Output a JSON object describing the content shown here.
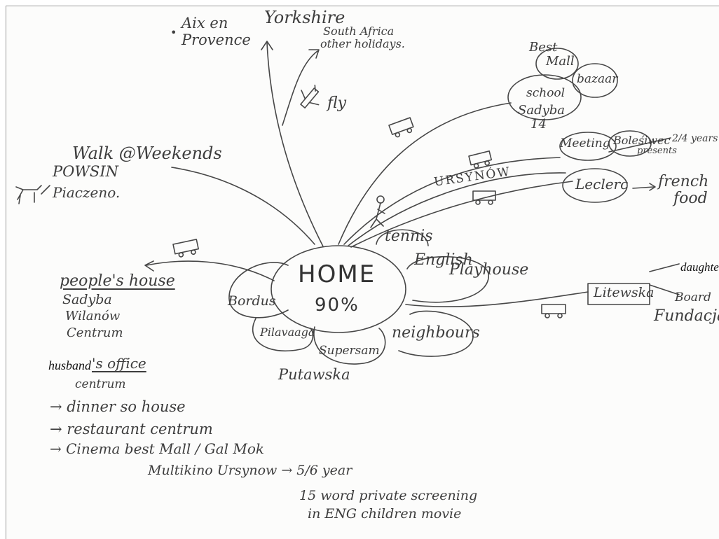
{
  "center": {
    "title": "HOME",
    "percent": "90%"
  },
  "petals": {
    "tennis": "tennis",
    "english_playhouse_1": "English",
    "english_playhouse_2": "Playhouse",
    "neighbours": "neighbours",
    "supersam": "Supersam",
    "putawska": "Putawska",
    "pilavaaga": "Pilavaaga",
    "bordus": "Bordus"
  },
  "top": {
    "aix_1": "Aix en",
    "aix_2": "Provence",
    "yorkshire": "Yorkshire",
    "holidays_1": "South Africa",
    "holidays_2": "other holidays.",
    "fly": "fly"
  },
  "school_cluster": {
    "best_1": "Best",
    "best_2": "Mall",
    "bazaar": "bazaar",
    "school": "school",
    "sadyba": "Sadyba",
    "age": "14"
  },
  "ursynow": {
    "label": "URSYNÓW",
    "meeting": "Meeting",
    "bolesiwec": "Boleśiwec",
    "presents": "presents",
    "years": "2/4 years",
    "leclerc": "Leclerc",
    "french_1": "french",
    "french_2": "food"
  },
  "walk": {
    "title": "Walk @Weekends",
    "powsin": "POWSIN",
    "piaczeno": "Piaczeno."
  },
  "litewska": {
    "box": "Litewska",
    "daughter": "daughter",
    "board": "Board",
    "fundacja": "Fundacja"
  },
  "peoples_house": {
    "title": "people's house",
    "items": [
      "Sadyba",
      "Wilanów",
      "Centrum"
    ]
  },
  "office": {
    "word_typed": "husband",
    "word_hand": "'s office",
    "sub": "centrum",
    "lines": [
      "→ dinner so house",
      "→ restaurant centrum",
      "→ Cinema  best Mall / Gal Mok"
    ],
    "multikino": "Multikino Ursynow → 5/6 year",
    "screening_1": "15 word private screening",
    "screening_2": "in ENG children movie"
  }
}
